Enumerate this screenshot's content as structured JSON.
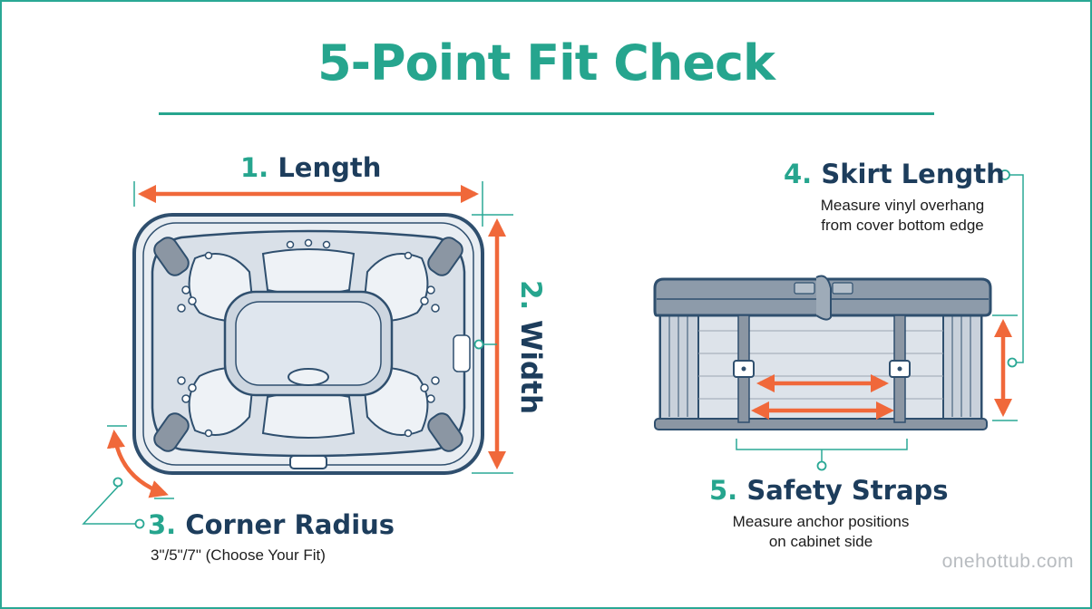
{
  "title": "5-Point Fit Check",
  "points": {
    "length": {
      "num": "1.",
      "text": "Length"
    },
    "width": {
      "num": "2.",
      "text": "Width"
    },
    "corner": {
      "num": "3.",
      "text": "Corner Radius",
      "desc": "3\"/5\"/7\" (Choose Your Fit)"
    },
    "skirt": {
      "num": "4.",
      "text": "Skirt Length",
      "desc_line1": "Measure vinyl overhang",
      "desc_line2": "from cover bottom edge"
    },
    "straps": {
      "num": "5.",
      "text": "Safety Straps",
      "desc_line1": "Measure anchor positions",
      "desc_line2": "on cabinet side"
    }
  },
  "watermark": "onehottub.com",
  "colors": {
    "accent": "#26a58e",
    "navy": "#1d3d5c",
    "arrow": "#f0683a",
    "outline": "#2f4f6e",
    "tub_fill": "#e4e9ef",
    "shell_fill": "#d7dee7"
  }
}
